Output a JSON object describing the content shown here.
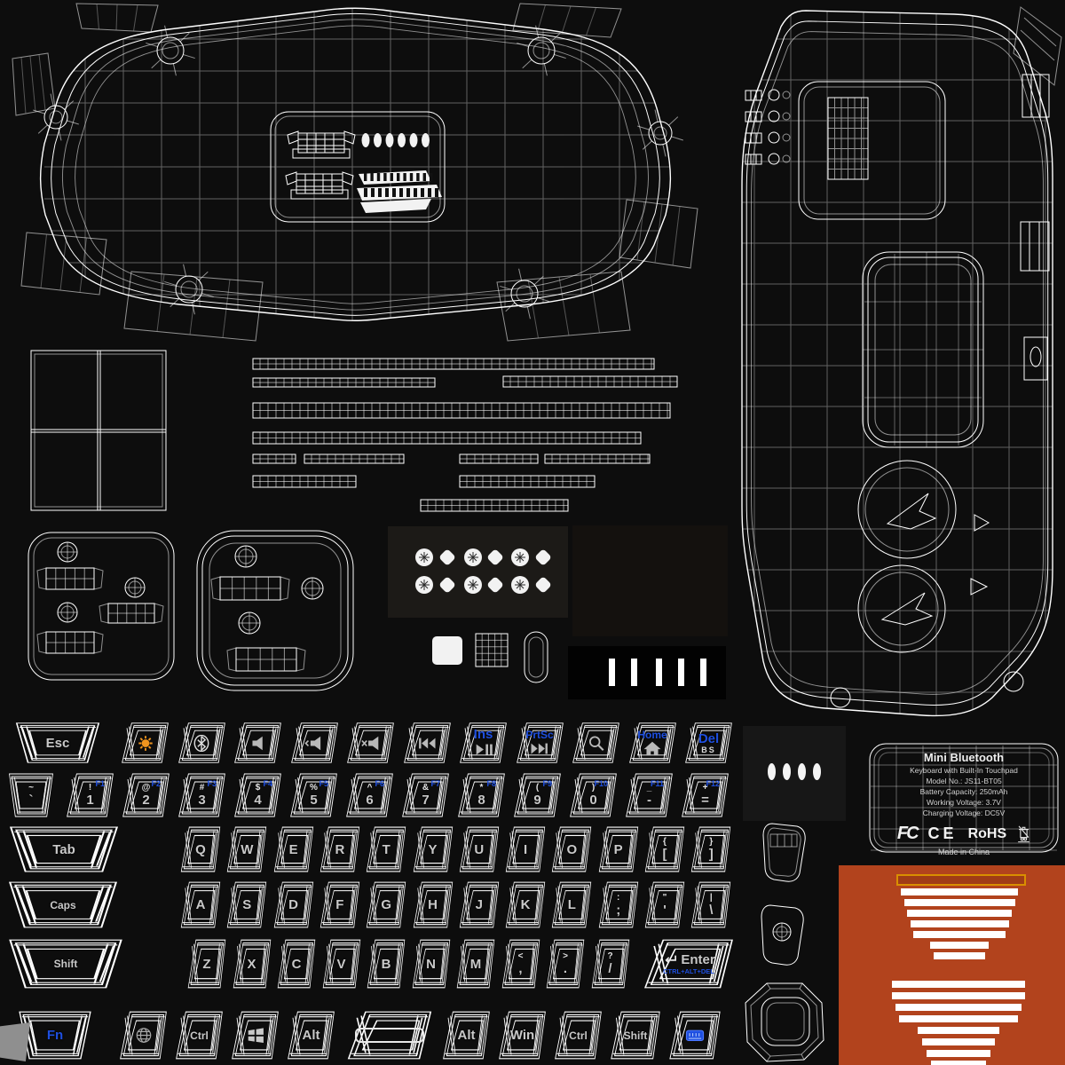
{
  "canvas": {
    "bg": "#0d0d0d",
    "wire_color": "#ffffff",
    "blue_accent": "#1e4fe0",
    "orange_panel_color": "#b2431d",
    "orange_icon_color": "#f0941e"
  },
  "label_panel": {
    "title": "Mini Bluetooth",
    "subtitle": "Keyboard with Built-In Touchpad",
    "model": "Model No.: JS11-BT05",
    "battery": "Battery Capacity: 250mAh",
    "voltage": "Working Voltage: 3.7V",
    "charging": "Charging Voltage: DC5V",
    "cert_fcc": "FC",
    "cert_ce": "CE",
    "cert_rohs": "RoHS",
    "made_in": "Made in China"
  },
  "keyboard": {
    "rows": [
      {
        "keys": [
          {
            "label": "Esc"
          },
          {
            "icon": "brightness-icon"
          },
          {
            "icon": "bluetooth-icon"
          },
          {
            "icon": "speaker-icon"
          },
          {
            "icon": "volume-down-icon"
          },
          {
            "icon": "mute-icon"
          },
          {
            "icon": "prev-track-icon"
          },
          {
            "label": "Ins",
            "blue": true,
            "icon": "play-pause-icon"
          },
          {
            "label": "PrtSc",
            "blue": true,
            "icon": "next-track-icon"
          },
          {
            "icon": "search-icon"
          },
          {
            "label": "Home",
            "blue": true,
            "icon": "home-icon"
          },
          {
            "label": "Del",
            "blue": true,
            "label2": "BS"
          }
        ]
      },
      {
        "keys": [
          {
            "sym": "~",
            "label": "`"
          },
          {
            "sym": "!",
            "label": "1",
            "f": "F1"
          },
          {
            "sym": "@",
            "label": "2",
            "f": "F2"
          },
          {
            "sym": "#",
            "label": "3",
            "f": "F3"
          },
          {
            "sym": "$",
            "label": "4",
            "f": "F4"
          },
          {
            "sym": "%",
            "label": "5",
            "f": "F5"
          },
          {
            "sym": "^",
            "label": "6",
            "f": "F6"
          },
          {
            "sym": "&",
            "label": "7",
            "f": "F7"
          },
          {
            "sym": "*",
            "label": "8",
            "f": "F8"
          },
          {
            "sym": "(",
            "label": "9",
            "f": "F9"
          },
          {
            "sym": ")",
            "label": "0",
            "f": "F10"
          },
          {
            "sym": "_",
            "label": "-",
            "f": "F11"
          },
          {
            "sym": "+",
            "label": "=",
            "f": "F12"
          }
        ]
      },
      {
        "keys": [
          {
            "label": "Tab"
          },
          {
            "label": "Q"
          },
          {
            "label": "W"
          },
          {
            "label": "E"
          },
          {
            "label": "R"
          },
          {
            "label": "T"
          },
          {
            "label": "Y"
          },
          {
            "label": "U"
          },
          {
            "label": "I"
          },
          {
            "label": "O"
          },
          {
            "label": "P"
          },
          {
            "sym": "{",
            "label": "["
          },
          {
            "sym": "}",
            "label": "]"
          }
        ]
      },
      {
        "keys": [
          {
            "label": "Caps"
          },
          {
            "label": "A"
          },
          {
            "label": "S"
          },
          {
            "label": "D"
          },
          {
            "label": "F"
          },
          {
            "label": "G"
          },
          {
            "label": "H"
          },
          {
            "label": "J"
          },
          {
            "label": "K"
          },
          {
            "label": "L"
          },
          {
            "sym": ":",
            "label": ";"
          },
          {
            "sym": "\"",
            "label": "'"
          },
          {
            "sym": "|",
            "label": "\\"
          }
        ]
      },
      {
        "keys": [
          {
            "label": "Shift"
          },
          {
            "label": "Z"
          },
          {
            "label": "X"
          },
          {
            "label": "C"
          },
          {
            "label": "V"
          },
          {
            "label": "B"
          },
          {
            "label": "N"
          },
          {
            "label": "M"
          },
          {
            "sym": "<",
            "label": ","
          },
          {
            "sym": ">",
            "label": "."
          },
          {
            "sym": "?",
            "label": "/"
          },
          {
            "label": "Enter",
            "icon": "enter-arrow-icon",
            "label2b": "CTRL+ALT+DEL"
          }
        ]
      },
      {
        "keys": [
          {
            "label": "Fn",
            "blue": true
          },
          {
            "icon": "globe-icon"
          },
          {
            "label": "Ctrl"
          },
          {
            "icon": "windows-icon"
          },
          {
            "label": "Alt"
          },
          {
            "icon": "space-icon"
          },
          {
            "label": "Alt"
          },
          {
            "label": "Win"
          },
          {
            "label": "Ctrl"
          },
          {
            "label": "Shift"
          },
          {
            "icon": "touchpad-icon"
          }
        ]
      }
    ]
  }
}
